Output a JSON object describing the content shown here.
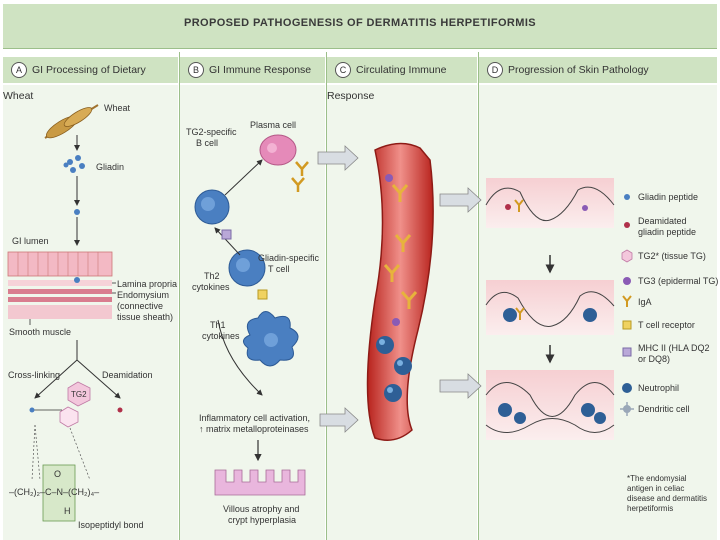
{
  "title": "PROPOSED PATHOGENESIS OF DERMATITIS HERPETIFORMIS",
  "panels": [
    {
      "letter": "A",
      "label": "GI Processing of Dietary Wheat"
    },
    {
      "letter": "B",
      "label": "GI Immune Response"
    },
    {
      "letter": "C",
      "label": "Circulating Immune Response"
    },
    {
      "letter": "D",
      "label": "Progression of Skin Pathology"
    }
  ],
  "panel_a": {
    "wheat": "Wheat",
    "gliadin": "Gliadin",
    "gi_lumen": "GI lumen",
    "lamina_propria": "Lamina propria",
    "endomysium": "Endomysium",
    "connective1": "(connective",
    "connective2": "tissue sheath)",
    "smooth_muscle": "Smooth muscle",
    "cross_linking": "Cross-linking",
    "deamidation": "Deamidation",
    "tg2": "TG2",
    "chem_left": "–(CH₂)₂–C–N–(CH₂)₄–",
    "chem_o": "O",
    "chem_h": "H",
    "isopeptidyl": "Isopeptidyl bond"
  },
  "panel_b": {
    "tg2_b_cell_1": "TG2-specific",
    "tg2_b_cell_2": "B cell",
    "plasma_cell": "Plasma cell",
    "gliadin_t_1": "Gliadin-specific",
    "gliadin_t_2": "T cell",
    "th2_1": "Th2",
    "th2_2": "cytokines",
    "th1_1": "Th1",
    "th1_2": "cytokines",
    "inflam_1": "Inflammatory cell activation,",
    "inflam_2": "↑ matrix metalloproteinases",
    "villous_1": "Villous atrophy and",
    "villous_2": "crypt hyperplasia"
  },
  "legend": [
    {
      "label": "Gliadin peptide",
      "icon": "gliadin-peptide-icon"
    },
    {
      "label": "Deamidated",
      "label2": "gliadin peptide",
      "icon": "deamidated-peptide-icon"
    },
    {
      "label": "TG2* (tissue TG)",
      "icon": "tg2-icon"
    },
    {
      "label": "TG3 (epidermal TG)",
      "icon": "tg3-icon"
    },
    {
      "label": "IgA",
      "icon": "iga-icon"
    },
    {
      "label": "T cell receptor",
      "icon": "tcr-icon"
    },
    {
      "label": "MHC II (HLA DQ2",
      "label2": "or DQ8)",
      "icon": "mhc-icon"
    },
    {
      "label": "Neutrophil",
      "icon": "neutrophil-icon"
    },
    {
      "label": "Dendritic cell",
      "icon": "dendritic-icon"
    }
  ],
  "footnote": [
    "*The endomysial",
    "antigen in celiac",
    "disease and dermatitis",
    "herpetiformis"
  ],
  "colors": {
    "header_bg": "#cfe3c2",
    "panel_bg": "#f0f6ec",
    "vessel": "#d9413a",
    "b_cell": "#4a7fc1",
    "plasma": "#e58ab9",
    "iga": "#e7b33c"
  }
}
